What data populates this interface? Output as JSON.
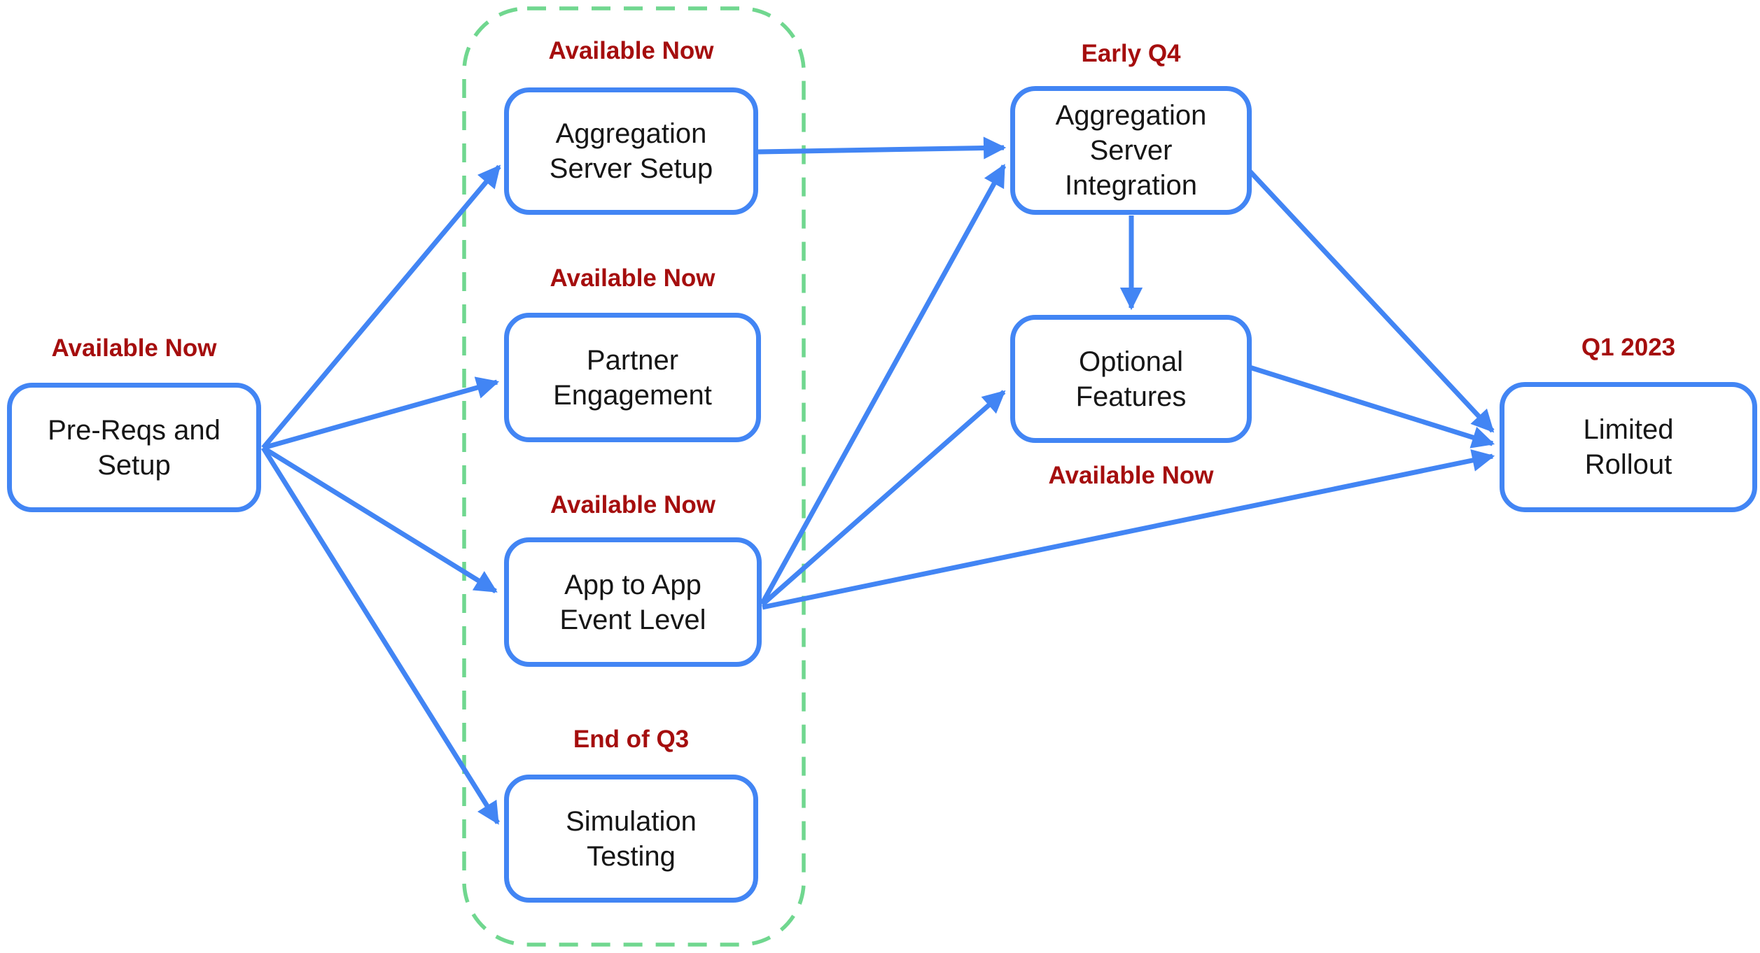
{
  "diagram": {
    "type": "flowchart-roadmap",
    "colors": {
      "node_border": "#4285F4",
      "arrow": "#4285F4",
      "status_label": "#A50E0E",
      "group_outline": "#70D78F",
      "node_text": "#161616",
      "background": "#FFFFFF"
    },
    "group": {
      "name": "available-now-phase-group",
      "style": "dashed-rounded-rectangle",
      "members": [
        "aggregation-server-setup",
        "partner-engagement",
        "app-to-app-event-level",
        "simulation-testing"
      ]
    },
    "nodes": [
      {
        "id": "pre-reqs",
        "label": "Pre-Reqs and\nSetup",
        "status": "Available Now",
        "status_position": "above",
        "in_group": false
      },
      {
        "id": "aggregation-server-setup",
        "label": "Aggregation\nServer Setup",
        "status": "Available Now",
        "status_position": "above",
        "in_group": true
      },
      {
        "id": "partner-engagement",
        "label": "Partner\nEngagement",
        "status": "Available Now",
        "status_position": "above",
        "in_group": true
      },
      {
        "id": "app-to-app-event-level",
        "label": "App to App\nEvent Level",
        "status": "Available Now",
        "status_position": "above",
        "in_group": true
      },
      {
        "id": "simulation-testing",
        "label": "Simulation\nTesting",
        "status": "End of Q3",
        "status_position": "above",
        "in_group": true
      },
      {
        "id": "aggregation-server-integration",
        "label": "Aggregation\nServer\nIntegration",
        "status": "Early Q4",
        "status_position": "above",
        "in_group": false
      },
      {
        "id": "optional-features",
        "label": "Optional\nFeatures",
        "status": "Available Now",
        "status_position": "below",
        "in_group": false
      },
      {
        "id": "limited-rollout",
        "label": "Limited\nRollout",
        "status": "Q1 2023",
        "status_position": "above",
        "in_group": false
      }
    ],
    "edges": [
      {
        "from": "pre-reqs",
        "to": "aggregation-server-setup"
      },
      {
        "from": "pre-reqs",
        "to": "partner-engagement"
      },
      {
        "from": "pre-reqs",
        "to": "app-to-app-event-level"
      },
      {
        "from": "pre-reqs",
        "to": "simulation-testing"
      },
      {
        "from": "aggregation-server-setup",
        "to": "aggregation-server-integration"
      },
      {
        "from": "app-to-app-event-level",
        "to": "aggregation-server-integration"
      },
      {
        "from": "app-to-app-event-level",
        "to": "optional-features"
      },
      {
        "from": "app-to-app-event-level",
        "to": "limited-rollout"
      },
      {
        "from": "aggregation-server-integration",
        "to": "optional-features"
      },
      {
        "from": "aggregation-server-integration",
        "to": "limited-rollout"
      },
      {
        "from": "optional-features",
        "to": "limited-rollout"
      }
    ]
  }
}
